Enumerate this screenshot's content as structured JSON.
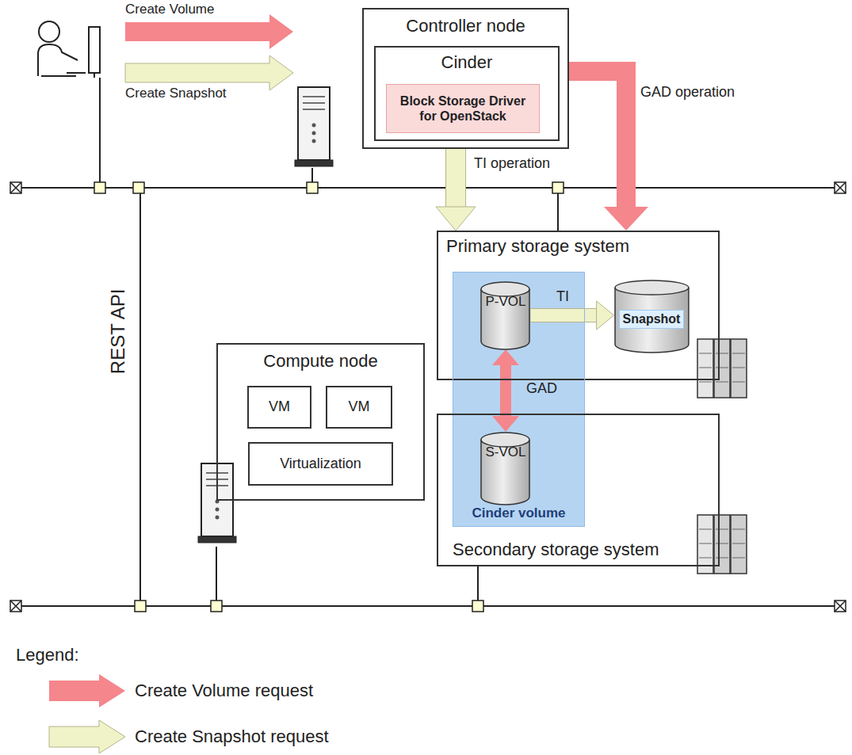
{
  "diagram": {
    "nodes": [
      {
        "text": [
          "Controller node"
        ]
      },
      {
        "text": [
          "Cinder"
        ],
        "in": 0
      },
      {
        "text": [
          "Block Storage Driver for OpenStack"
        ],
        "in": 1
      },
      {
        "text": [
          "Primary storage system"
        ]
      },
      {
        "text": [
          "Cinder volume"
        ]
      },
      {
        "text": [
          "P-VOL"
        ],
        "in": 4
      },
      {
        "text": [
          "Snapshot"
        ],
        "in": 3
      },
      {
        "text": [
          "S-VOL"
        ],
        "in": 4
      },
      {
        "text": [
          "Compute node"
        ]
      },
      {
        "text": [
          "VM"
        ],
        "in": 8
      },
      {
        "text": [
          "VM"
        ],
        "in": 8
      },
      {
        "text": [
          "Virtualization"
        ],
        "in": 8
      },
      {
        "text": [
          "Secondary storage system"
        ]
      }
    ],
    "edges": [
      {
        "from": 0,
        "to": 3,
        "label": "GAD operation",
        "arrow": "to"
      },
      {
        "from": 0,
        "to": 3,
        "label": "TI operation",
        "arrow": "to"
      },
      {
        "from": 5,
        "to": 6,
        "label": "TI",
        "arrow": "to"
      },
      {
        "from": 5,
        "to": 7,
        "label": "GAD",
        "arrow": "both"
      }
    ],
    "labels": [
      "Create Volume",
      "Create Snapshot",
      "REST API",
      "Legend:"
    ],
    "legend": [
      {
        "text": "Create Volume request",
        "color": "#f4868c"
      },
      {
        "text": "Create Snapshot request",
        "color": "#f0f2c8"
      }
    ]
  }
}
